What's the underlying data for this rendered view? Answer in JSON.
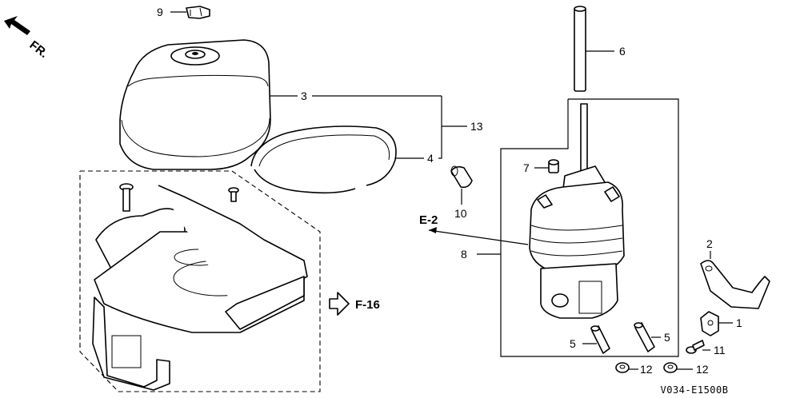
{
  "direction_label": "FR.",
  "ref_labels": {
    "e2": "E-2",
    "f16": "F-16"
  },
  "drawing_code": "V034-E1500B",
  "callouts": {
    "c9": "9",
    "c3": "3",
    "c13": "13",
    "c4": "4",
    "c6": "6",
    "c7": "7",
    "c10": "10",
    "c8": "8",
    "c2": "2",
    "c1": "1",
    "c5a": "5",
    "c5b": "5",
    "c11": "11",
    "c12a": "12",
    "c12b": "12"
  }
}
